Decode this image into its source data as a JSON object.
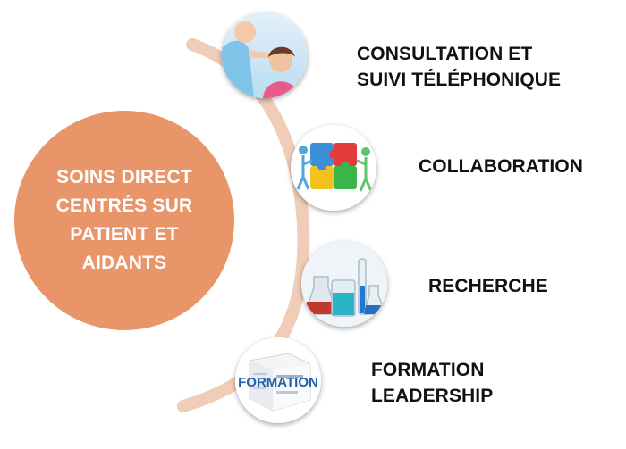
{
  "center": {
    "text": "SOINS DIRECT\nCENTRÉS SUR\nPATIENT ET\nAIDANTS"
  },
  "items": [
    {
      "label": "CONSULTATION ET\nSUIVI TÉLÉPHONIQUE",
      "icon": "doctor-patient-photo"
    },
    {
      "label": "COLLABORATION",
      "icon": "puzzle-people-photo"
    },
    {
      "label": "RECHERCHE",
      "icon": "lab-flasks-photo"
    },
    {
      "label": "FORMATION\nLEADERSHIP",
      "icon": "formation-word-cube-photo",
      "image_text": "FORMATION"
    }
  ],
  "colors": {
    "center_fill": "#e8956a",
    "arc": "#f0cdb8",
    "label_text": "#111111"
  }
}
